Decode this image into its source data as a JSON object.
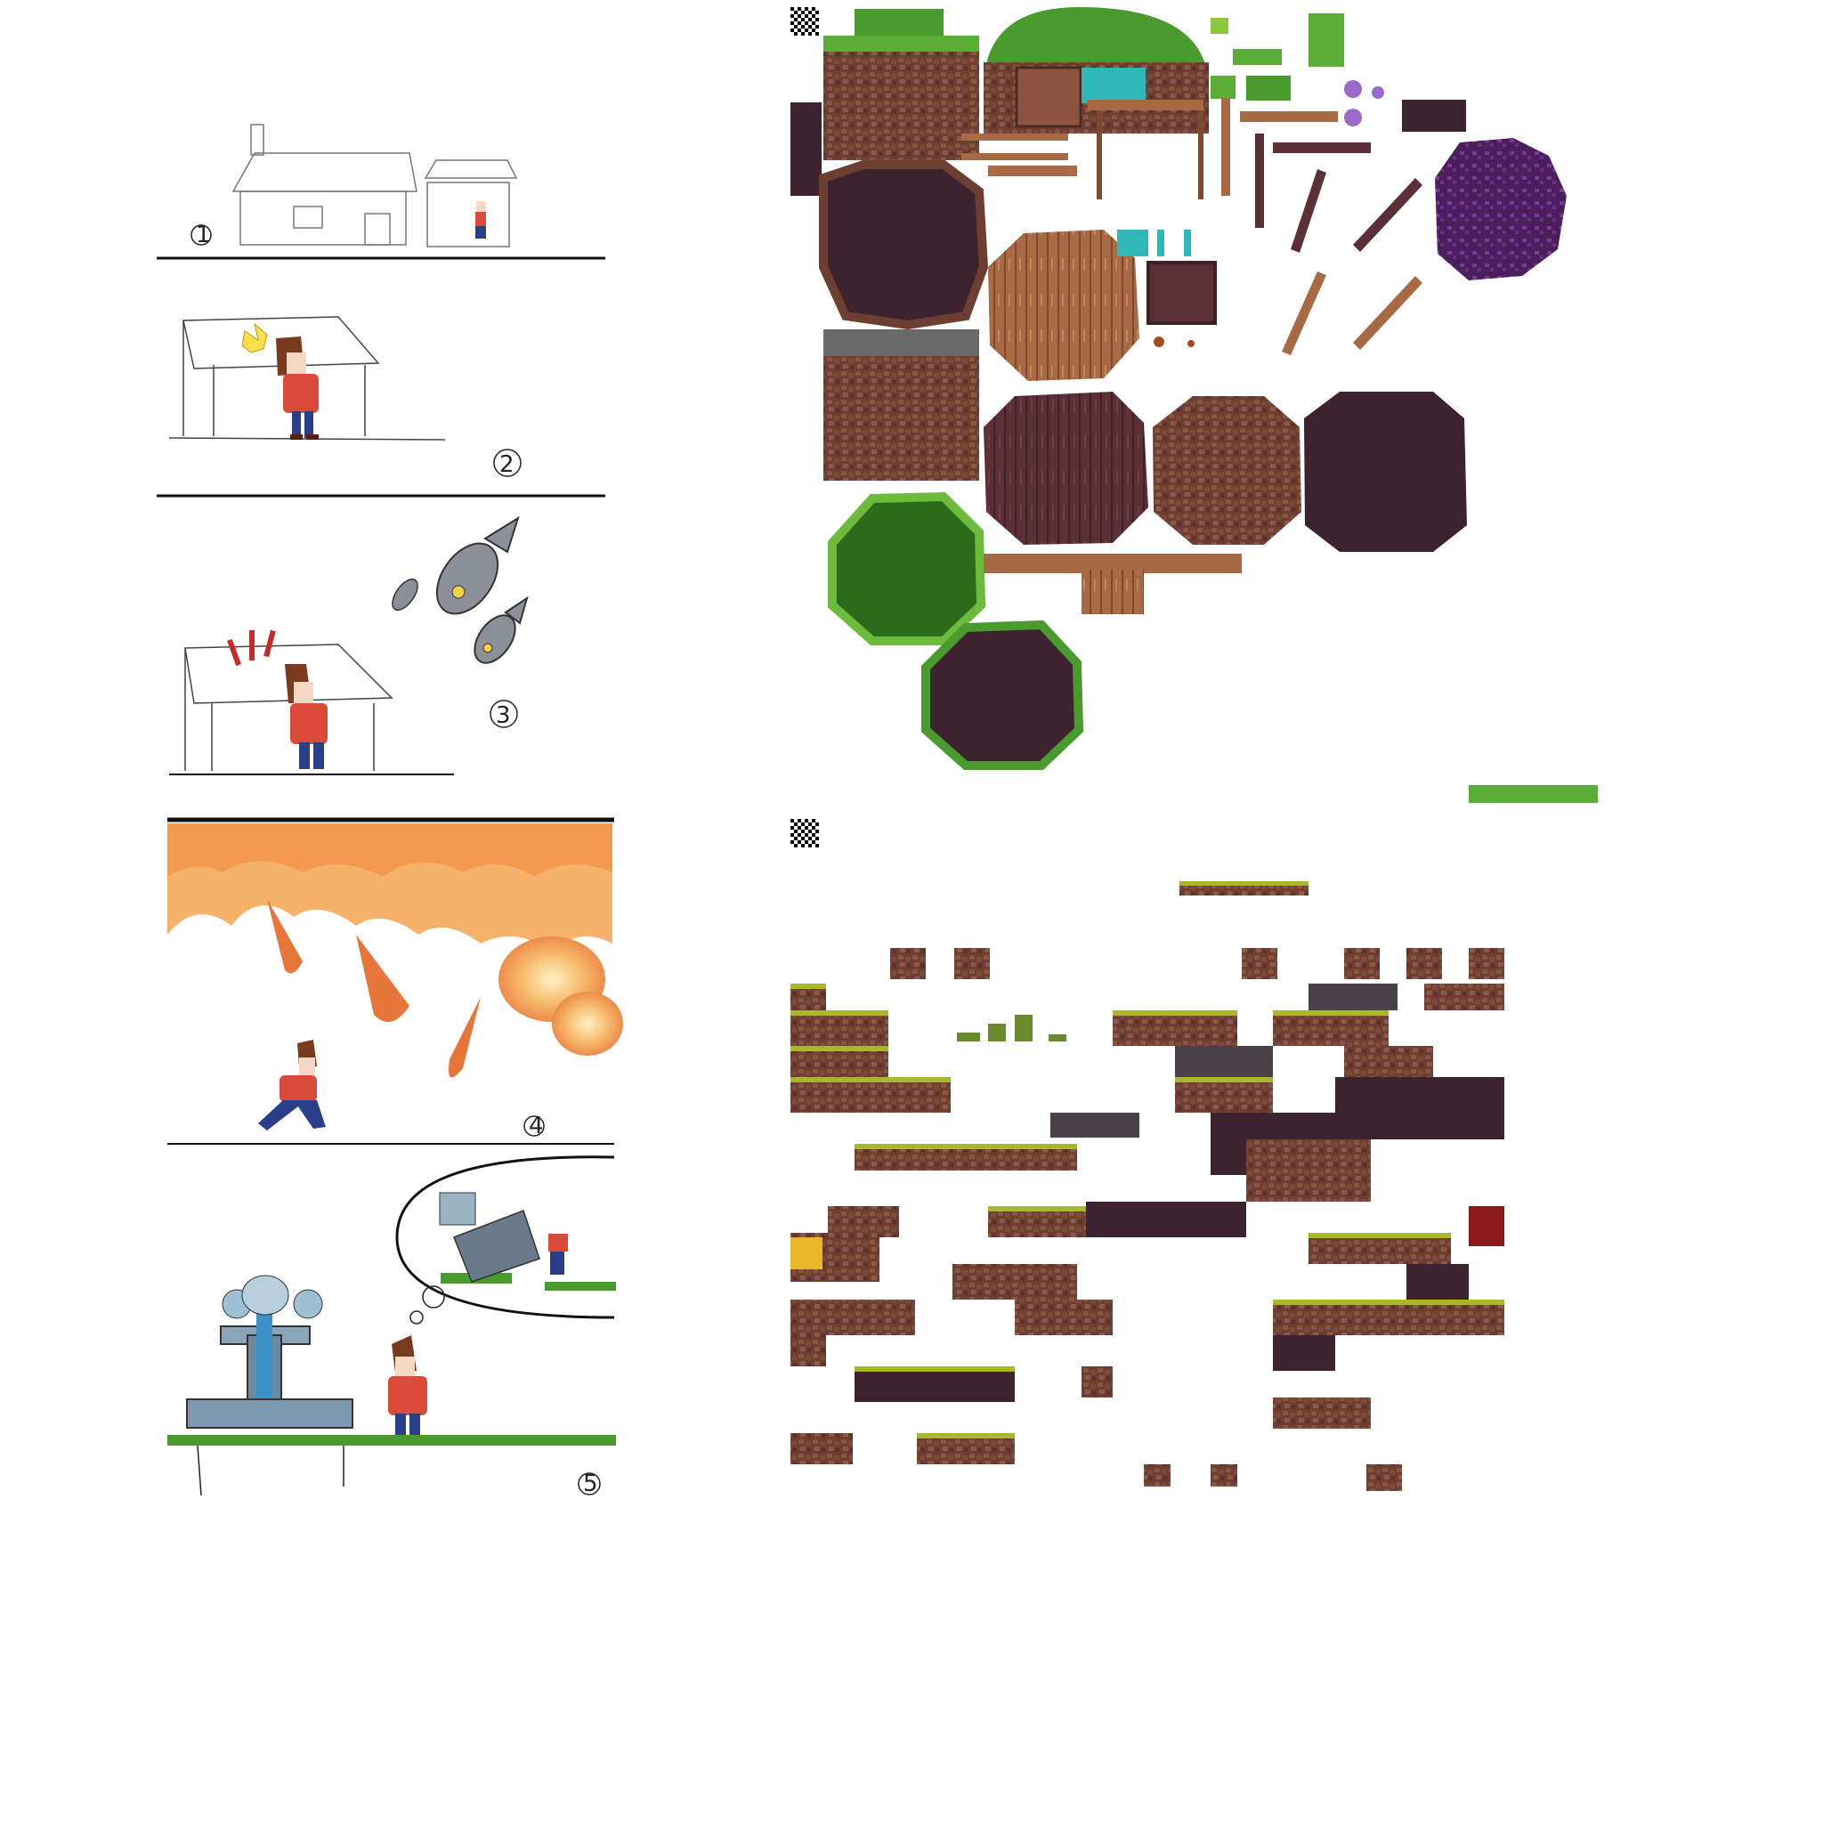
{
  "storyboard": {
    "panels": [
      {
        "number": "1"
      },
      {
        "number": "2"
      },
      {
        "number": "3"
      },
      {
        "number": "4"
      },
      {
        "number": "5"
      }
    ]
  },
  "colors": {
    "dirt": "#7a4a3a",
    "dirt_dark": "#3d2330",
    "grass": "#4a9b2e",
    "grass_light": "#8cc63f",
    "moss": "#a8b82a",
    "wood": "#a86a45",
    "water": "#2fb8b8",
    "purple": "#5a2a6e",
    "shirt_red": "#d94a3a",
    "jeans_blue": "#2a3e8a",
    "fire_orange": "#f09040"
  },
  "icons": [
    "transparency-checker-icon",
    "transparency-checker-icon"
  ]
}
